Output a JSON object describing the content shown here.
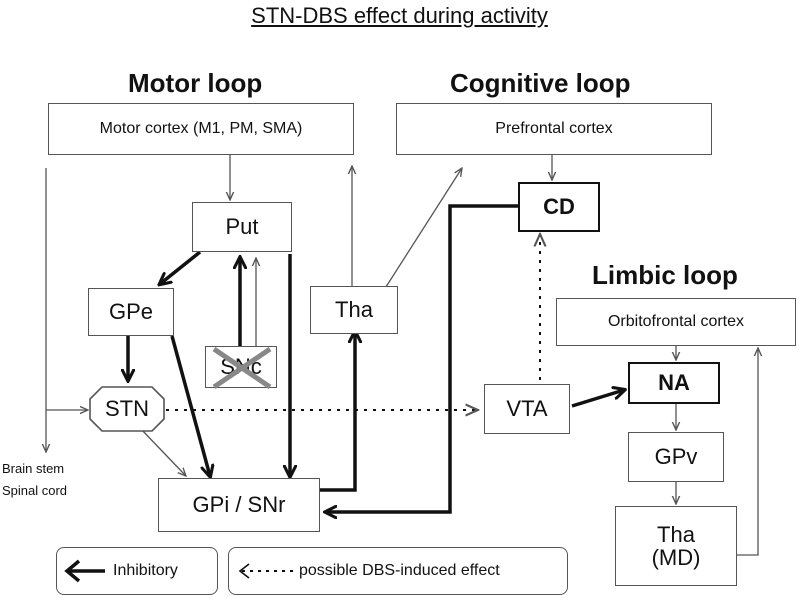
{
  "title": "STN-DBS effect during activity",
  "loops": {
    "motor": "Motor loop",
    "cognitive": "Cognitive loop",
    "limbic": "Limbic loop"
  },
  "cortex": {
    "motor": "Motor cortex (M1, PM, SMA)",
    "prefrontal": "Prefrontal cortex",
    "orbitofrontal": "Orbitofrontal cortex"
  },
  "nodes": {
    "put": "Put",
    "gpe": "GPe",
    "snc": "SNc",
    "stn": "STN",
    "gpi": "GPi / SNr",
    "tha": "Tha",
    "cd": "CD",
    "vta": "VTA",
    "na": "NA",
    "gpv": "GPv",
    "tha_md_1": "Tha",
    "tha_md_2": "(MD)"
  },
  "brainstem": {
    "line1": "Brain stem",
    "line2": "Spinal cord"
  },
  "legend": {
    "inhibitory": "Inhibitory",
    "dbs": "possible DBS-induced effect"
  },
  "colors": {
    "line": "#111111",
    "thin_line": "#555555",
    "cross": "#888888"
  }
}
